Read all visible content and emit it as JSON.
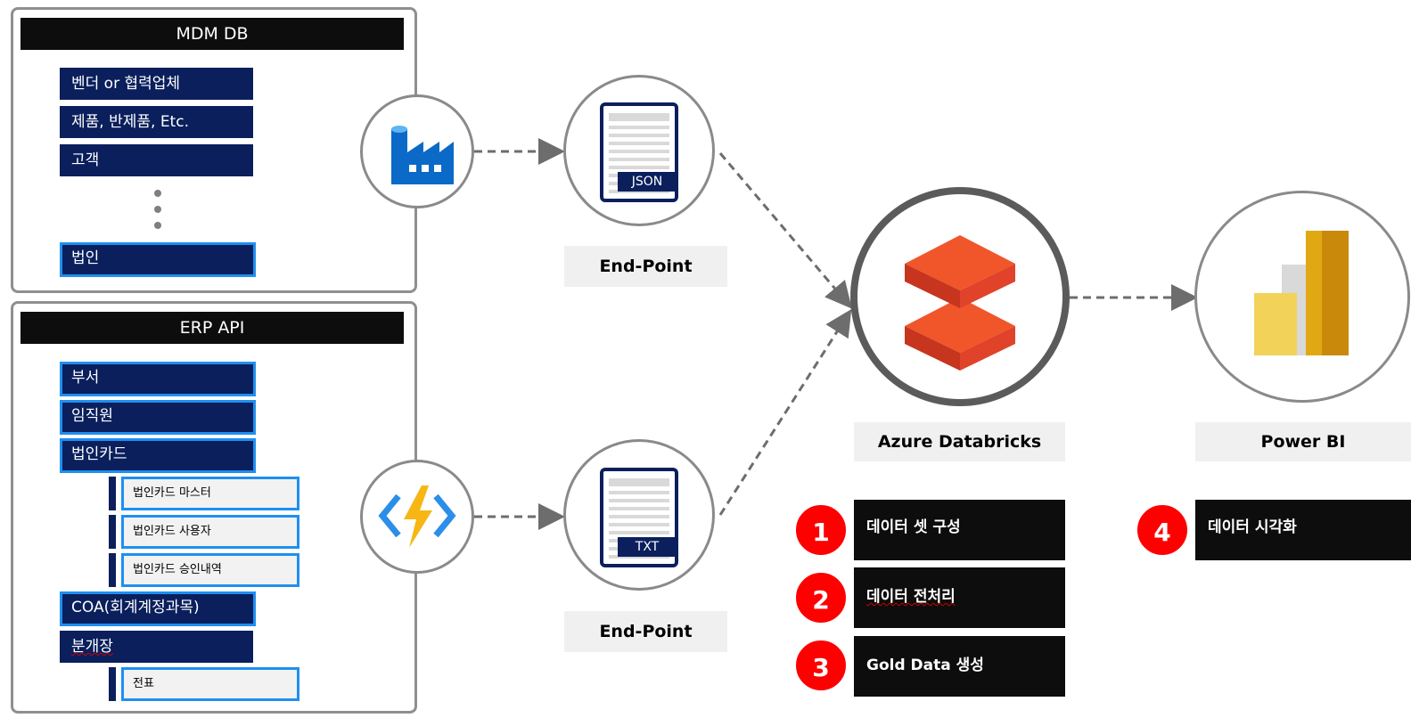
{
  "mdm": {
    "title": "MDM DB",
    "items": [
      "벤더 or 협력업체",
      "제품, 반제품, Etc.",
      "고객",
      "법인"
    ]
  },
  "erp": {
    "title": "ERP API",
    "items": [
      "부서",
      "임직원",
      "법인카드",
      "COA(회계계정과목)",
      "분개장"
    ],
    "card_subitems": [
      "법인카드 마스터",
      "법인카드 사용자",
      "법인카드 승인내역"
    ],
    "journal_subitems": [
      "전표"
    ]
  },
  "endpoints": [
    {
      "doc_tag": "JSON",
      "label": "End-Point"
    },
    {
      "doc_tag": "TXT",
      "label": "End-Point"
    }
  ],
  "icons": {
    "data_factory": "data-factory-icon",
    "function": "azure-function-icon",
    "databricks": "databricks-icon",
    "powerbi": "power-bi-icon"
  },
  "databricks": {
    "label": "Azure Databricks"
  },
  "powerbi": {
    "label": "Power BI"
  },
  "steps": [
    {
      "num": "1",
      "text": "데이터 셋 구성"
    },
    {
      "num": "2",
      "text": "데이터 전처리"
    },
    {
      "num": "3",
      "text": "Gold Data 생성"
    },
    {
      "num": "4",
      "text": "데이터 시각화"
    }
  ],
  "colors": {
    "navy": "#0a1f5c",
    "highlight_border": "#1f8ff0",
    "step_badge": "#ff0000",
    "databricks_orange": "#f0562a",
    "powerbi_gold": "#e8b923"
  }
}
